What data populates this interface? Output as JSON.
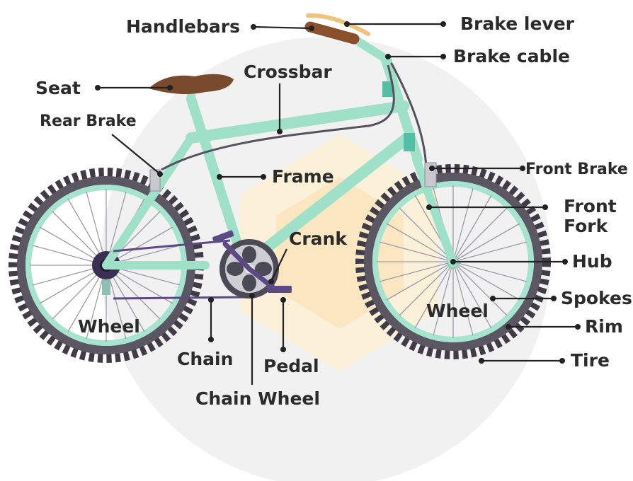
{
  "colors": {
    "frame": "#9ee0c8",
    "frame_dark": "#7fcfb3",
    "tire": "#5a5762",
    "tire_dark": "#3f3c47",
    "rim": "#a6e4cf",
    "seat": "#7a4a2c",
    "grip": "#8a4f2b",
    "lever": "#f0c27a",
    "background_circle": "#f1f1f1",
    "logo": "#fdf0d6",
    "chain": "#5c4a86",
    "label_text": "#2b2b2b"
  },
  "labels": {
    "handlebars": "Handlebars",
    "brake_lever": "Brake lever",
    "brake_cable": "Brake cable",
    "seat": "Seat",
    "crossbar": "Crossbar",
    "rear_brake": "Rear Brake",
    "frame": "Frame",
    "front_brake": "Front Brake",
    "front_fork": [
      "Front",
      "Fork"
    ],
    "crank": "Crank",
    "hub": "Hub",
    "spokes": "Spokes",
    "wheel_front": "Wheel",
    "wheel_rear": "Wheel",
    "rim": "Rim",
    "tire": "Tire",
    "chain": "Chain",
    "pedal": "Pedal",
    "chain_wheel": "Chain Wheel"
  }
}
